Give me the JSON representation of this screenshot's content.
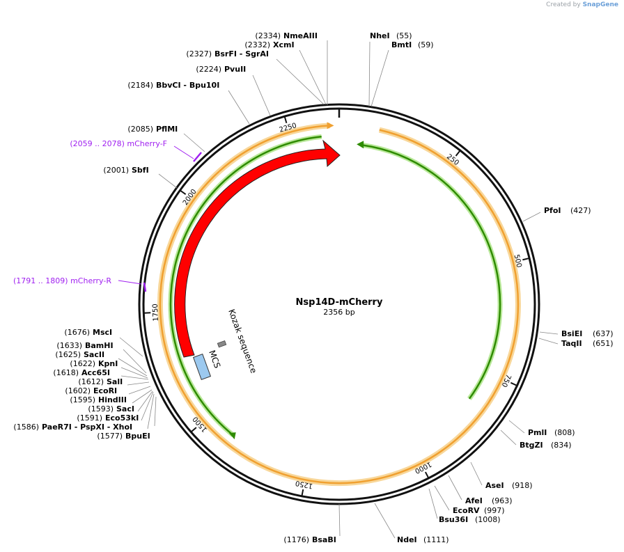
{
  "credit": {
    "prefix": "Created by",
    "brand": "SnapGene"
  },
  "plasmid": {
    "name": "Nsp14D-mCherry",
    "size_label": "2356 bp"
  },
  "tick_labels": [
    "250",
    "500",
    "750",
    "1000",
    "1250",
    "1500",
    "1750",
    "2000",
    "2250"
  ],
  "features": {
    "mcherry": "mCherry",
    "kozak": "Kozak sequence",
    "mcs": "MCS"
  },
  "primers": [
    {
      "pos": "(2059 .. 2078)",
      "name": "mCherry-F"
    },
    {
      "pos": "(1791 .. 1809)",
      "name": "mCherry-R"
    }
  ],
  "sites": [
    {
      "name": "NheI",
      "pos": "(55)"
    },
    {
      "name": "BmtI",
      "pos": "(59)"
    },
    {
      "name": "PfoI",
      "pos": "(427)"
    },
    {
      "name": "BsiEI",
      "pos": "(637)"
    },
    {
      "name": "TaqII",
      "pos": "(651)"
    },
    {
      "name": "PmlI",
      "pos": "(808)"
    },
    {
      "name": "BtgZI",
      "pos": "(834)"
    },
    {
      "name": "AseI",
      "pos": "(918)"
    },
    {
      "name": "AfeI",
      "pos": "(963)"
    },
    {
      "name": "EcoRV",
      "pos": "(997)"
    },
    {
      "name": "Bsu36I",
      "pos": "(1008)"
    },
    {
      "name": "NdeI",
      "pos": "(1111)"
    },
    {
      "name": "BsaBI",
      "pos": "(1176)"
    },
    {
      "name": "NmeAIII",
      "pos": "(2334)"
    },
    {
      "name": "XcmI",
      "pos": "(2332)"
    },
    {
      "name": "BsrFI - SgrAI",
      "pos": "(2327)"
    },
    {
      "name": "PvuII",
      "pos": "(2224)"
    },
    {
      "name": "BbvCI - Bpu10I",
      "pos": "(2184)"
    },
    {
      "name": "PflMI",
      "pos": "(2085)"
    },
    {
      "name": "SbfI",
      "pos": "(2001)"
    },
    {
      "name": "MscI",
      "pos": "(1676)"
    },
    {
      "name": "BamHI",
      "pos": "(1633)"
    },
    {
      "name": "SacII",
      "pos": "(1625)"
    },
    {
      "name": "KpnI",
      "pos": "(1622)"
    },
    {
      "name": "Acc65I",
      "pos": "(1618)"
    },
    {
      "name": "SalI",
      "pos": "(1612)"
    },
    {
      "name": "EcoRI",
      "pos": "(1602)"
    },
    {
      "name": "HindIII",
      "pos": "(1595)"
    },
    {
      "name": "SacI",
      "pos": "(1593)"
    },
    {
      "name": "Eco53kI",
      "pos": "(1591)"
    },
    {
      "name": "PaeR7I - PspXI - XhoI",
      "pos": "(1586)"
    },
    {
      "name": "BpuEI",
      "pos": "(1577)"
    }
  ],
  "colors": {
    "backbone": "#111111",
    "orange_arc": "#f0a030",
    "orange_glow": "#f8d79a",
    "green_arc": "#2e8b00",
    "green_glow": "#b9e89a",
    "mcherry_fill": "#ff0000",
    "mcs_fill": "#9cc9ef",
    "kozak_fill": "#888888",
    "primer": "#a020f0"
  }
}
